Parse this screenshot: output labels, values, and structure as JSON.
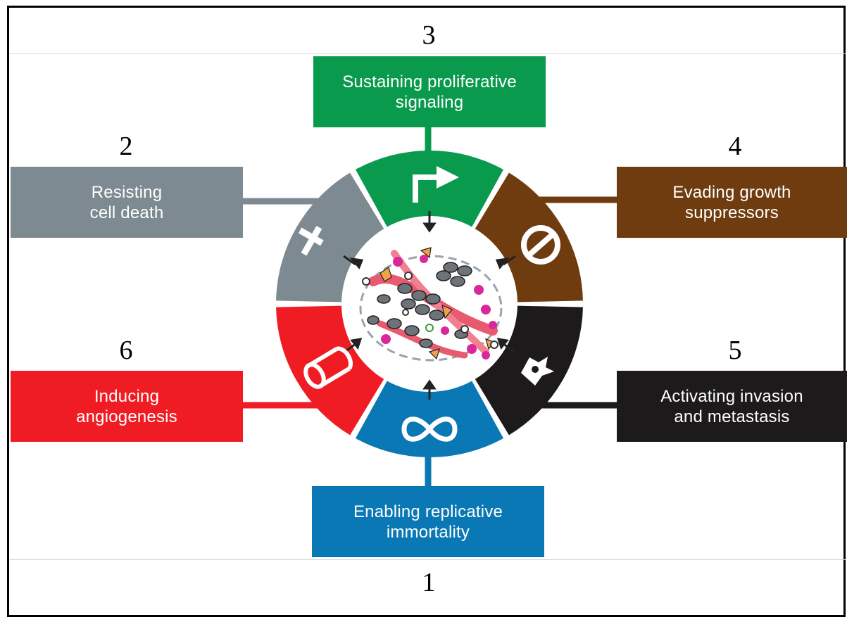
{
  "numbers": {
    "n1": "1",
    "n2": "2",
    "n3": "3",
    "n4": "4",
    "n5": "5",
    "n6": "6"
  },
  "hallmarks": {
    "proliferative": {
      "label": "Sustaining proliferative\nsignaling",
      "color": "#0a9a4e"
    },
    "cell_death": {
      "label": "Resisting\ncell death",
      "color": "#7e8a91"
    },
    "growth_suppressors": {
      "label": "Evading growth\nsuppressors",
      "color": "#6e3c0e"
    },
    "invasion": {
      "label": "Activating invasion\nand metastasis",
      "color": "#1c1a1b"
    },
    "angiogenesis": {
      "label": "Inducing\nangiogenesis",
      "color": "#f01c24"
    },
    "immortality": {
      "label": "Enabling replicative\nimmortality",
      "color": "#0a78b4"
    }
  },
  "icons": [
    "bent-arrow-icon",
    "cross-icon",
    "no-entry-icon",
    "invasive-cell-icon",
    "vessel-tube-icon",
    "infinity-icon",
    "tumor-cells-icon"
  ]
}
